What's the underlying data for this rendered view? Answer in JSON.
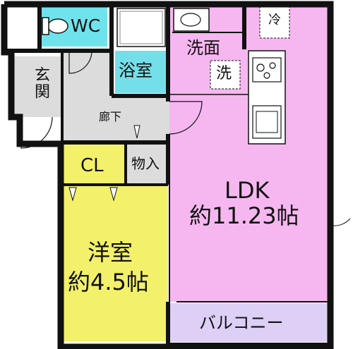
{
  "colors": {
    "wall": "#111111",
    "wc": "#6fe3ec",
    "bath": "#74dfe8",
    "washroom": "#74dfe8",
    "hall": "#dcdcdc",
    "ldk": "#f6b7f0",
    "western_room": "#f3f06a",
    "closet": "#f3f06a",
    "storage": "#dcdcdc",
    "balcony": "#ddcff5"
  },
  "rooms": {
    "wc": "WC",
    "bath": "浴室",
    "washroom": "洗面",
    "washer": "洗",
    "fridge": "冷",
    "entrance": "玄関",
    "hallway": "廊下",
    "closet": "CL",
    "storage": "物入",
    "ldk_name": "LDK",
    "ldk_size": "約11.23帖",
    "western_name": "洋室",
    "western_size": "約4.5帖",
    "balcony": "バルコニー"
  }
}
